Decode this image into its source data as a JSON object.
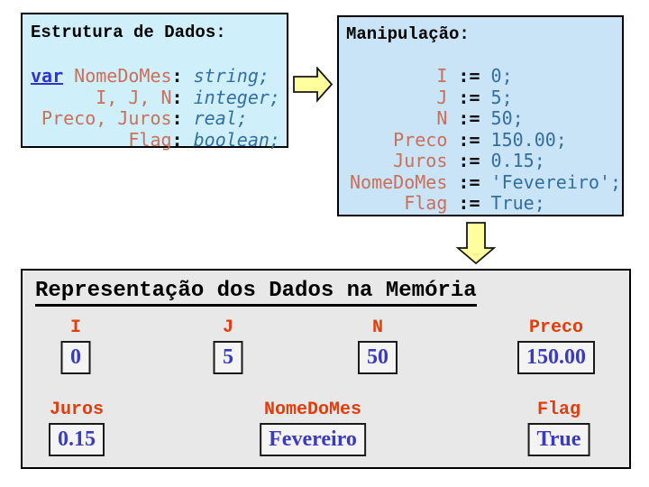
{
  "colors": {
    "estrutura_box_bg": "#CFEFFB",
    "manipulacao_box_bg": "#C9E4F6",
    "memoria_box_bg": "#E8E8E8",
    "arrow_yellow": "#FFFF9E",
    "variable_name_coral": "#C8705C",
    "keyword_blue": "#3333CC",
    "type_value_blue": "#336F9E",
    "memory_label_red": "#E23D0D",
    "memory_value_blue": "#3B3BBE"
  },
  "estrutura": {
    "title": "Estrutura de Dados:",
    "colon": ":",
    "lines": [
      {
        "kw": "var",
        "name": " NomeDoMes",
        "type": " string;"
      },
      {
        "kw": "",
        "name": "      I, J, N",
        "type": " integer;"
      },
      {
        "kw": "",
        "name": " Preco, Juros",
        "type": " real;"
      },
      {
        "kw": "",
        "name": "         Flag",
        "type": " boolean;"
      }
    ]
  },
  "manipulacao": {
    "title": "Manipulação:",
    "op": " := ",
    "lines": [
      {
        "name": "        I",
        "value": "0;"
      },
      {
        "name": "        J",
        "value": "5;"
      },
      {
        "name": "        N",
        "value": "50;"
      },
      {
        "name": "    Preco",
        "value": "150.00;"
      },
      {
        "name": "    Juros",
        "value": "0.15;"
      },
      {
        "name": "NomeDoMes",
        "value": "'Fevereiro';"
      },
      {
        "name": "     Flag",
        "value": "True;"
      }
    ]
  },
  "memoria": {
    "title": "Representação dos Dados na Memória",
    "row1": [
      {
        "label": "I",
        "value": "0"
      },
      {
        "label": "J",
        "value": "5"
      },
      {
        "label": "N",
        "value": "50"
      },
      {
        "label": "Preco",
        "value": "150.00"
      }
    ],
    "row2": [
      {
        "label": "Juros",
        "value": "0.15"
      },
      {
        "label": "NomeDoMes",
        "value": "Fevereiro"
      },
      {
        "label": "Flag",
        "value": "True"
      }
    ]
  },
  "icons": {
    "arrow_right": "arrow-right-icon",
    "arrow_down": "arrow-down-icon"
  }
}
